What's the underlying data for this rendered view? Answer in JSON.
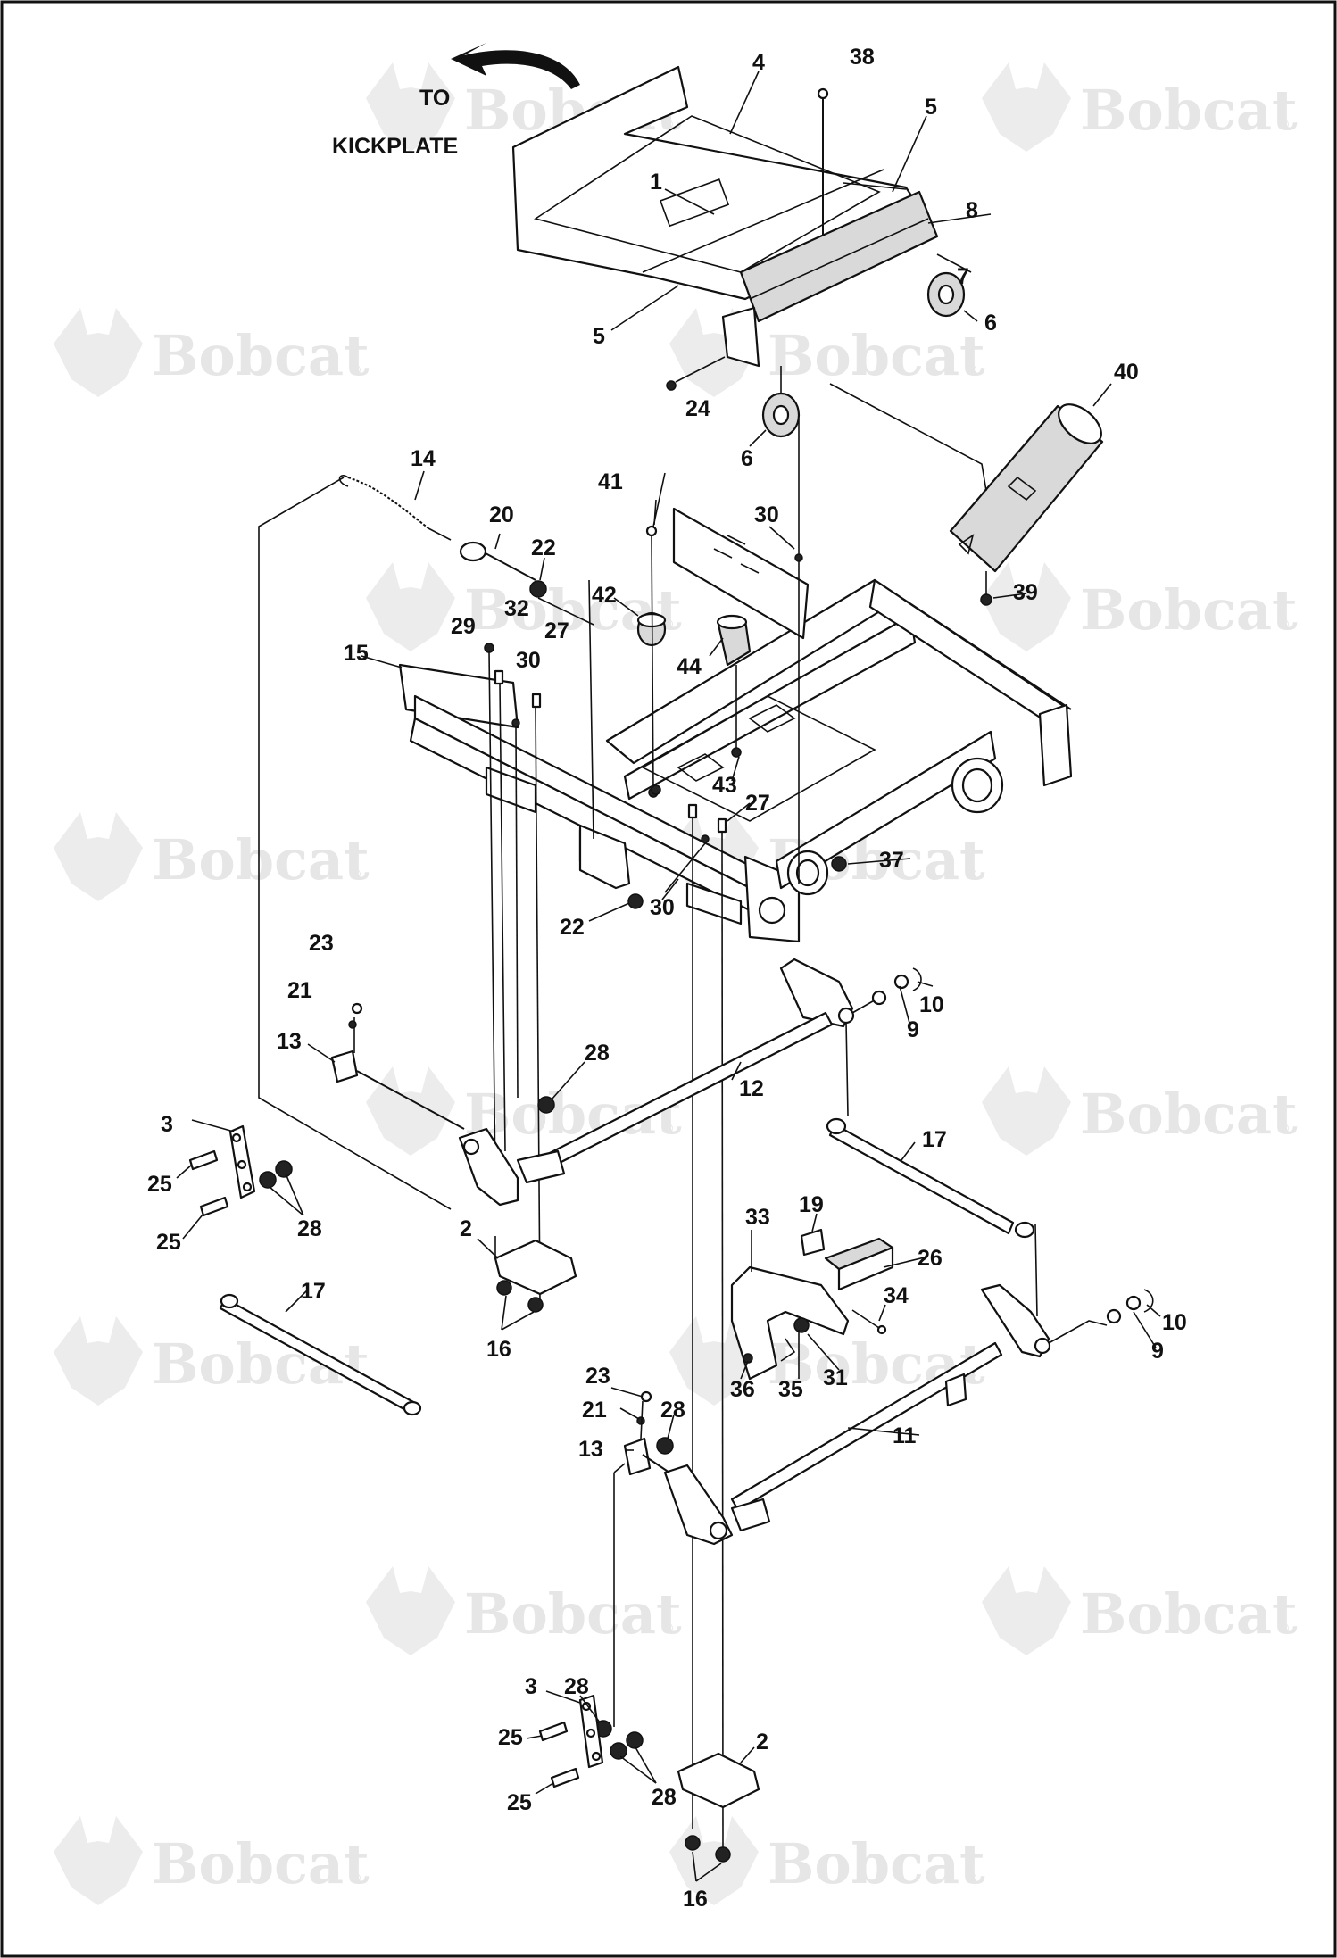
{
  "watermark": {
    "brand": "Bobcat",
    "registered": "®"
  },
  "note": {
    "line1": "TO",
    "line2": "KICKPLATE"
  },
  "callouts": [
    "38",
    "4",
    "5",
    "1",
    "8",
    "7",
    "5",
    "6",
    "24",
    "6",
    "40",
    "14",
    "20",
    "22",
    "41",
    "30",
    "39",
    "29",
    "32",
    "27",
    "42",
    "15",
    "30",
    "44",
    "43",
    "27",
    "37",
    "22",
    "30",
    "23",
    "21",
    "10",
    "13",
    "9",
    "28",
    "12",
    "3",
    "17",
    "25",
    "28",
    "25",
    "2",
    "19",
    "33",
    "26",
    "34",
    "10",
    "9",
    "16",
    "17",
    "23",
    "36",
    "35",
    "31",
    "28",
    "21",
    "13",
    "11",
    "28",
    "3",
    "25",
    "28",
    "25",
    "2",
    "16"
  ]
}
